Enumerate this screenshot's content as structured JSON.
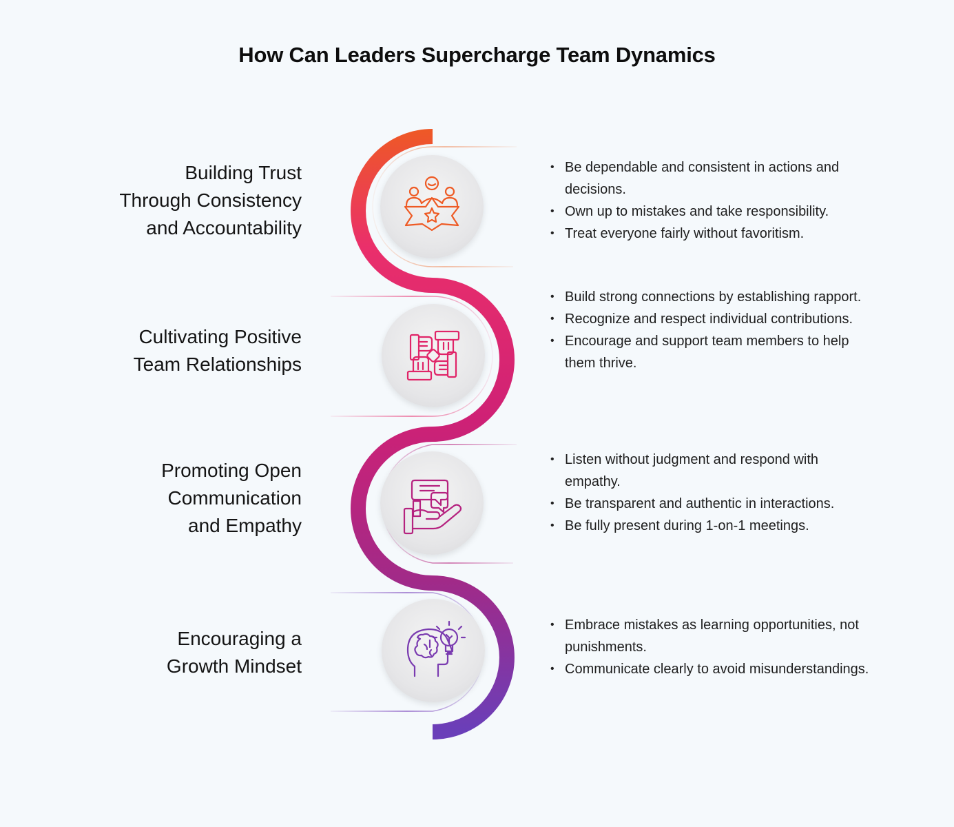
{
  "title": "How Can Leaders Supercharge Team Dynamics",
  "colors": {
    "gradient_top": "#ee5a24",
    "gradient_upper": "#ea2f6b",
    "gradient_mid": "#cf2175",
    "gradient_lower": "#a12a88",
    "gradient_bottom": "#6a3fb9",
    "background": "#f5f9fc"
  },
  "sections": [
    {
      "heading": "Building Trust\nThrough Consistency\nand Accountability",
      "icon": "team-star-icon",
      "bullets": [
        "Be dependable and consistent in actions and decisions.",
        "Own up to mistakes and take responsibility.",
        "Treat everyone fairly without favoritism."
      ]
    },
    {
      "heading": "Cultivating Positive\nTeam Relationships",
      "icon": "joined-hands-icon",
      "bullets": [
        "Build strong connections by establishing rapport.",
        "Recognize and respect individual contributions.",
        "Encourage and support team members to help them thrive."
      ]
    },
    {
      "heading": "Promoting Open\nCommunication\nand Empathy",
      "icon": "chat-hand-icon",
      "bullets": [
        "Listen without judgment and respond with empathy.",
        "Be transparent and authentic in interactions.",
        "Be fully present during 1-on-1 meetings."
      ]
    },
    {
      "heading": "Encouraging a\nGrowth Mindset",
      "icon": "head-lightbulb-icon",
      "bullets": [
        "Embrace mistakes as learning opportunities, not punishments.",
        "Communicate clearly to avoid misunderstandings."
      ]
    }
  ]
}
